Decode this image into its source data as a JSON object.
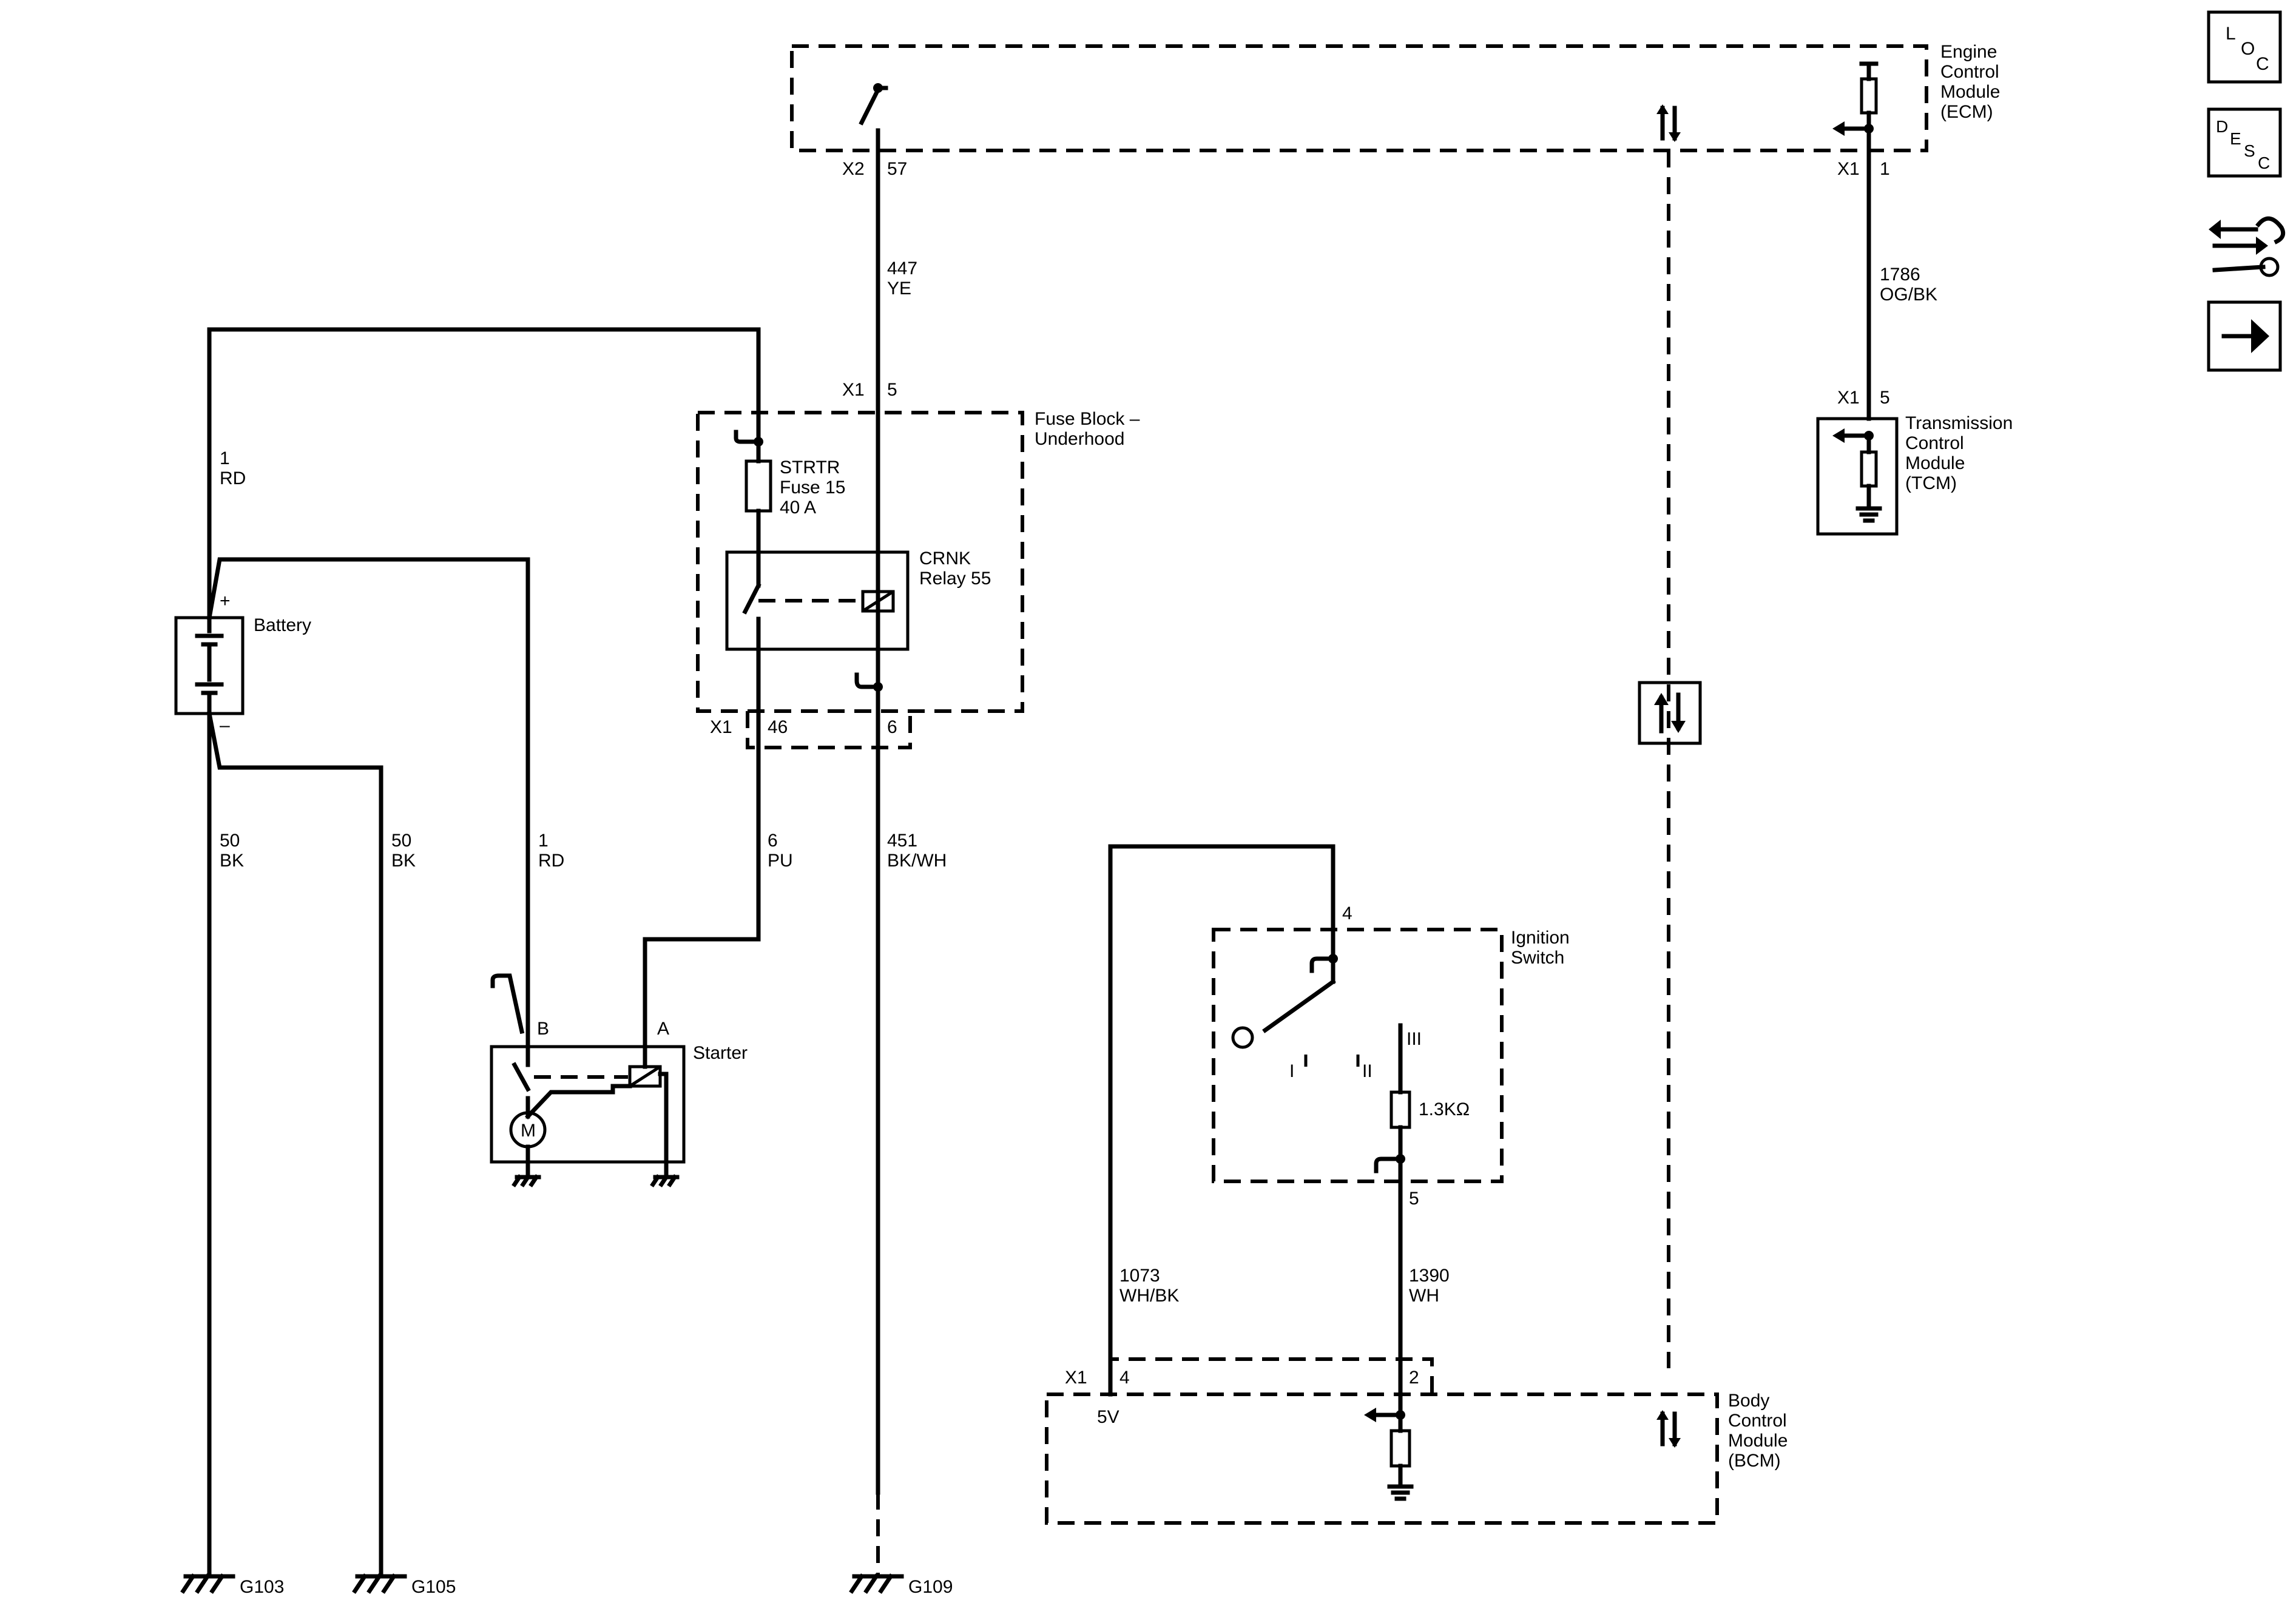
{
  "modules": {
    "ecm": [
      "Engine",
      "Control",
      "Module",
      "(ECM)"
    ],
    "fuse_block": [
      "Fuse Block –",
      "Underhood"
    ],
    "tcm": [
      "Transmission",
      "Control",
      "Module",
      "(TCM)"
    ],
    "ignition": [
      "Ignition",
      "Switch"
    ],
    "bcm": [
      "Body",
      "Control",
      "Module",
      "(BCM)"
    ],
    "battery": "Battery",
    "starter": "Starter"
  },
  "components": {
    "fuse": [
      "STRTR",
      "Fuse 15",
      "40 A"
    ],
    "relay": [
      "CRNK",
      "Relay 55"
    ],
    "resistor": "1.3KΩ",
    "motor": "M",
    "bcm_5v": "5V",
    "batt_plus": "+",
    "batt_minus": "–",
    "ign_pos": [
      "I",
      "II",
      "III"
    ]
  },
  "connectors": {
    "ecm_x2": "X2",
    "ecm_x2_pin": "57",
    "ecm_x1": "X1",
    "ecm_x1_pin": "1",
    "fb_x1_top": "X1",
    "fb_x1_top_pin": "5",
    "fb_x1_bot": "X1",
    "fb_x1_pin46": "46",
    "fb_x1_pin6": "6",
    "tcm_x1": "X1",
    "tcm_x1_pin": "5",
    "ign_pin4": "4",
    "ign_pin5": "5",
    "bcm_x1": "X1",
    "bcm_pin4": "4",
    "bcm_pin2": "2",
    "starter_b": "B",
    "starter_a": "A"
  },
  "circuits": [
    {
      "id": "c447",
      "num": "447",
      "color": "YE"
    },
    {
      "id": "c1786",
      "num": "1786",
      "color": "OG/BK"
    },
    {
      "id": "c1rd_top",
      "num": "1",
      "color": "RD"
    },
    {
      "id": "c50a",
      "num": "50",
      "color": "BK"
    },
    {
      "id": "c50b",
      "num": "50",
      "color": "BK"
    },
    {
      "id": "c1rd",
      "num": "1",
      "color": "RD"
    },
    {
      "id": "c6",
      "num": "6",
      "color": "PU"
    },
    {
      "id": "c451",
      "num": "451",
      "color": "BK/WH"
    },
    {
      "id": "c1073",
      "num": "1073",
      "color": "WH/BK"
    },
    {
      "id": "c1390",
      "num": "1390",
      "color": "WH"
    }
  ],
  "grounds": [
    "G103",
    "G105",
    "G109"
  ],
  "nav": {
    "loc": [
      "L",
      "O",
      "C"
    ],
    "desc": [
      "D",
      "E",
      "S",
      "C"
    ],
    "icons": [
      "connector-wrench-icon",
      "next-arrow-icon"
    ]
  }
}
